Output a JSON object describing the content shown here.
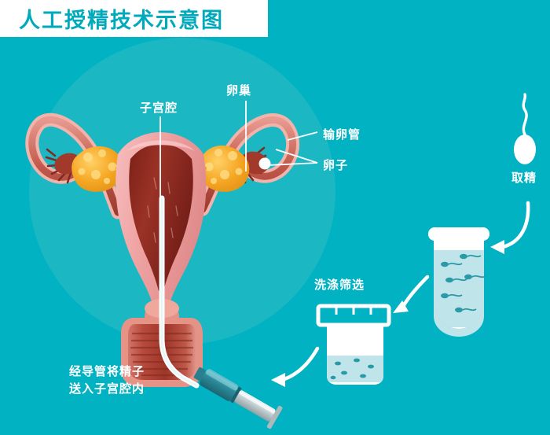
{
  "header": {
    "title": "人工授精技术示意图",
    "title_color": "#00a9bb",
    "banner_color": "#ffffff"
  },
  "theme": {
    "background": "#00b2c2",
    "circle": "#1bb8c4",
    "label_color": "#ffffff",
    "uterus_outer": "#f0a0a0",
    "uterus_cavity": "#8e2a22",
    "ovary": "#f5a623",
    "tube": "#c0564a",
    "syringe": "#2a8f9e",
    "liquid": "#c5e8ec"
  },
  "labels": {
    "uterine_cavity": "子宫腔",
    "ovary": "卵巢",
    "fallopian_tube": "输卵管",
    "egg": "卵子",
    "sperm_collection": "取精",
    "washing_screening": "洗涤筛选",
    "catheter_line1": "经导管将精子",
    "catheter_line2": "送入子宫腔内"
  },
  "icons": {
    "sperm": "sperm-icon",
    "test_tube": "test-tube-icon",
    "beaker": "beaker-icon",
    "syringe": "syringe-icon",
    "arrow": "curved-arrow-icon"
  },
  "diagram": {
    "type": "medical-illustration",
    "subject": "intrauterine insemination (IUI) procedure",
    "steps": [
      {
        "order": 1,
        "label": "取精",
        "icon": "sperm-icon"
      },
      {
        "order": 2,
        "label": "",
        "icon": "test-tube-icon"
      },
      {
        "order": 3,
        "label": "洗涤筛选",
        "icon": "beaker-icon"
      },
      {
        "order": 4,
        "label": "经导管将精子送入子宫腔内",
        "icon": "syringe-icon"
      }
    ],
    "anatomy_parts": [
      "子宫腔",
      "卵巢",
      "输卵管",
      "卵子"
    ]
  }
}
